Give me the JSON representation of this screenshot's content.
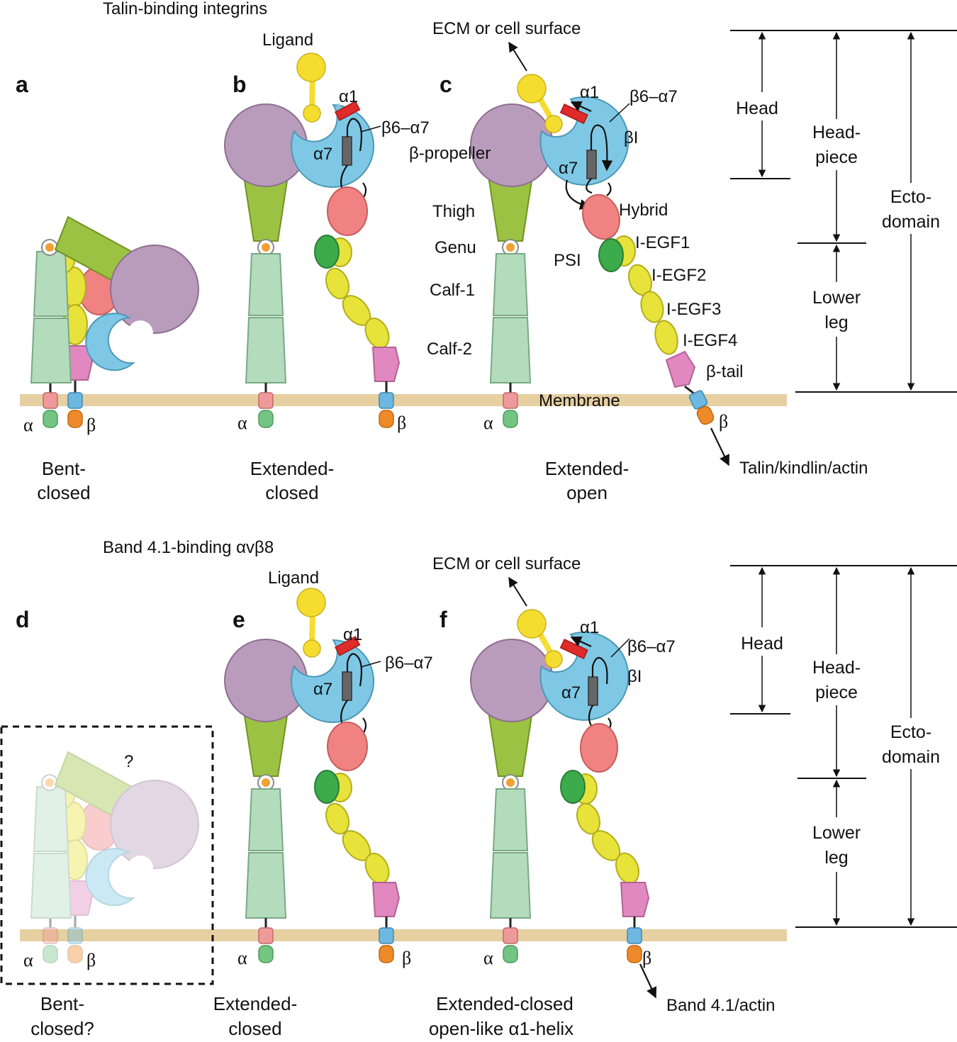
{
  "sections": {
    "top_title": "Talin-binding integrins",
    "bottom_title": "Band 4.1-binding αvβ8"
  },
  "panels": {
    "a": {
      "letter": "a",
      "caption_1": "Bent-",
      "caption_2": "closed"
    },
    "b": {
      "letter": "b",
      "caption_1": "Extended-",
      "caption_2": "closed"
    },
    "c": {
      "letter": "c",
      "caption_1": "Extended-",
      "caption_2": "open"
    },
    "d": {
      "letter": "d",
      "caption_1": "Bent-",
      "caption_2": "closed?",
      "question": "?"
    },
    "e": {
      "letter": "e",
      "caption_1": "Extended-",
      "caption_2": "closed"
    },
    "f": {
      "letter": "f",
      "caption_1": "Extended-closed",
      "caption_2": "open-like α1-helix"
    }
  },
  "labels": {
    "ligand": "Ligand",
    "ecm": "ECM or cell surface",
    "alpha1": "α1",
    "alpha7": "α7",
    "beta6_alpha7": "β6–α7",
    "beta_propeller": "β-propeller",
    "beta_i": "βI",
    "thigh": "Thigh",
    "genu": "Genu",
    "calf1": "Calf-1",
    "calf2": "Calf-2",
    "hybrid": "Hybrid",
    "psi": "PSI",
    "iegf1": "I-EGF1",
    "iegf2": "I-EGF2",
    "iegf3": "I-EGF3",
    "iegf4": "I-EGF4",
    "beta_tail": "β-tail",
    "membrane": "Membrane",
    "alpha": "α",
    "beta": "β",
    "talin": "Talin/kindlin/actin",
    "band41": "Band 4.1/actin"
  },
  "scale": {
    "head": "Head",
    "headpiece_1": "Head-",
    "headpiece_2": "piece",
    "ectodomain_1": "Ecto-",
    "ectodomain_2": "domain",
    "lowerleg_1": "Lower",
    "lowerleg_2": "leg"
  },
  "colors": {
    "propeller": "#b99bbb",
    "beta_i": "#7ec8e6",
    "thigh": "#9cc243",
    "calf": "#b3dcbd",
    "hybrid": "#f08282",
    "psi": "#3cab4b",
    "egf": "#e8e33a",
    "tail": "#e088bf",
    "membrane": "#e6cfa1",
    "ligand": "#f4dd2f",
    "helix": "#e02b2b",
    "alpha_tm": "#ef9a9a",
    "alpha_cyt": "#74c484",
    "beta_tm": "#6cb8e0",
    "beta_cyt": "#ef8a2a",
    "genu": "#f2a033"
  }
}
